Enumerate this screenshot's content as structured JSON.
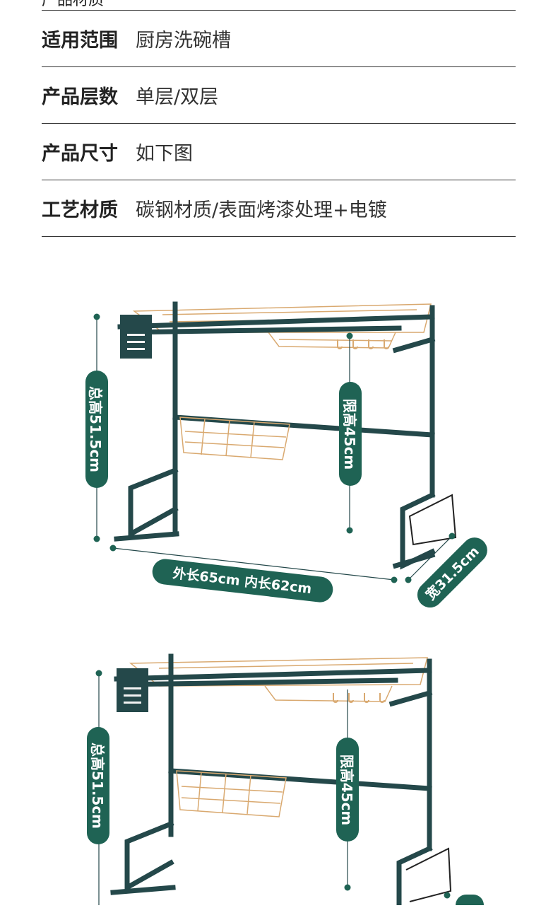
{
  "specs": {
    "partial_label": "产品材质",
    "rows": [
      {
        "label": "适用范围",
        "value": "厨房洗碗槽"
      },
      {
        "label": "产品层数",
        "value": "单层/双层"
      },
      {
        "label": "产品尺寸",
        "value": "如下图"
      },
      {
        "label": "工艺材质",
        "value": "碳钢材质/表面烤漆处理+电镀"
      }
    ]
  },
  "figures": [
    {
      "total_height": "总高51.5cm",
      "limit_height": "限高45cm",
      "length": "外长65cm 内长62cm",
      "width": "宽31.5cm"
    },
    {
      "total_height": "总高51.5cm",
      "limit_height": "限高45cm"
    }
  ],
  "colors": {
    "frame": "#24484a",
    "badge": "#1f6354",
    "basket": "#d9a970"
  }
}
